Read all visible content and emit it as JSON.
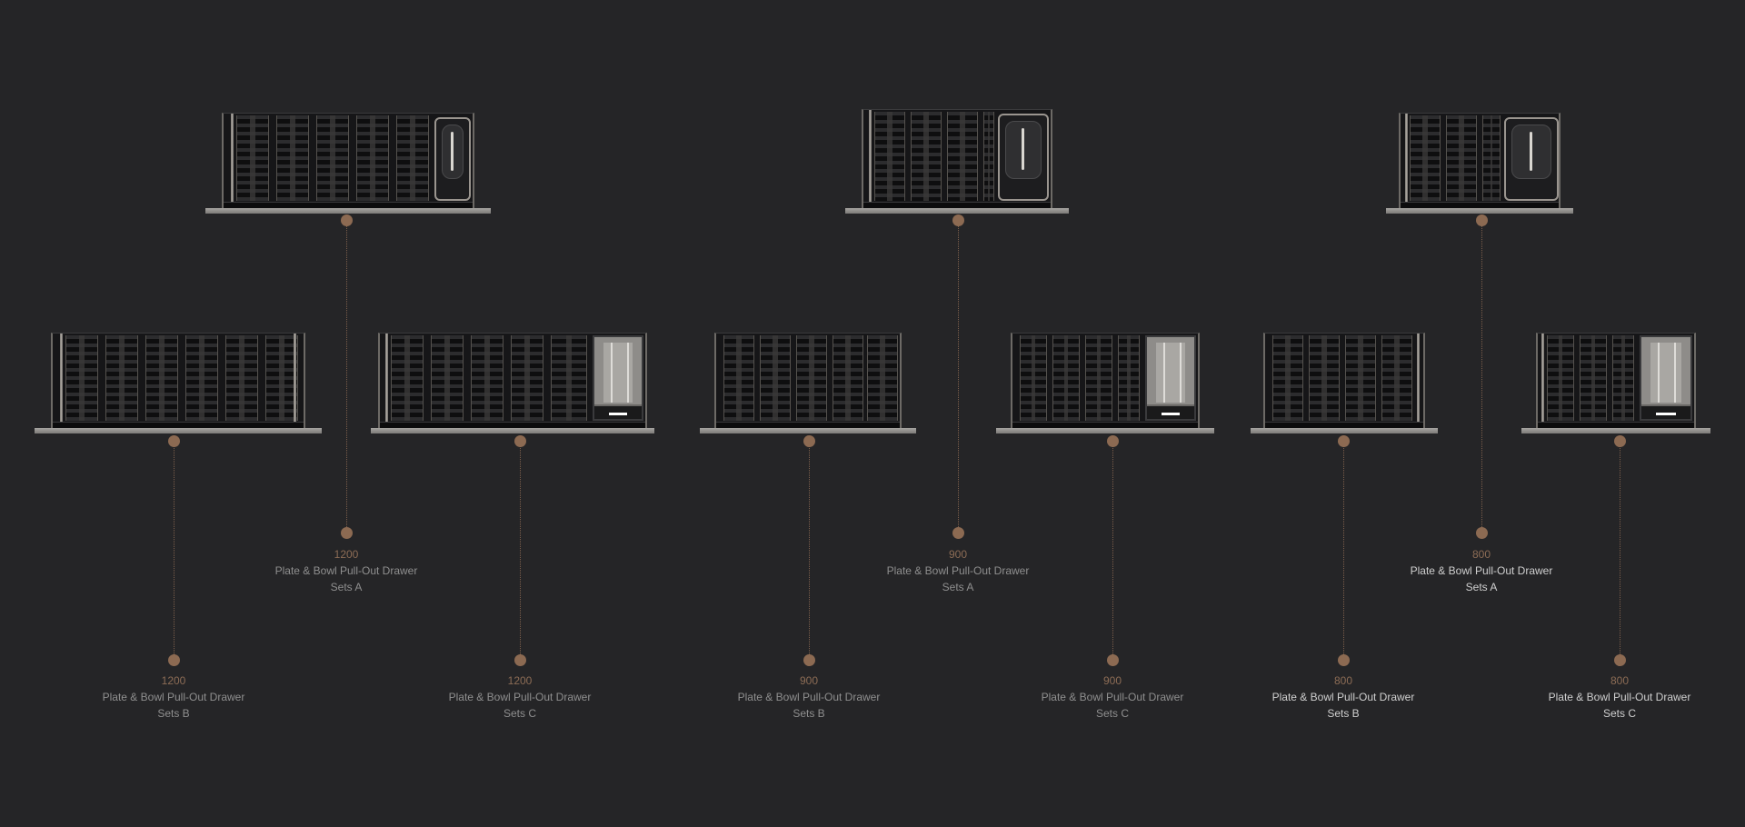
{
  "theme": {
    "background": "#252527",
    "accent": "#8c6a52",
    "label_text": "#8f8f8f",
    "label_text_bright": "#cfcfcf"
  },
  "products": [
    {
      "id": "1200-a",
      "size": "1200",
      "name": "Plate & Bowl Pull-Out Drawer",
      "set": "Sets A"
    },
    {
      "id": "1200-b",
      "size": "1200",
      "name": "Plate & Bowl Pull-Out Drawer",
      "set": "Sets B"
    },
    {
      "id": "1200-c",
      "size": "1200",
      "name": "Plate & Bowl Pull-Out Drawer",
      "set": "Sets C"
    },
    {
      "id": "900-a",
      "size": "900",
      "name": "Plate & Bowl Pull-Out Drawer",
      "set": "Sets A"
    },
    {
      "id": "900-b",
      "size": "900",
      "name": "Plate & Bowl Pull-Out Drawer",
      "set": "Sets B"
    },
    {
      "id": "900-c",
      "size": "900",
      "name": "Plate & Bowl Pull-Out Drawer",
      "set": "Sets C"
    },
    {
      "id": "800-a",
      "size": "800",
      "name": "Plate & Bowl Pull-Out Drawer",
      "set": "Sets A"
    },
    {
      "id": "800-b",
      "size": "800",
      "name": "Plate & Bowl Pull-Out Drawer",
      "set": "Sets B"
    },
    {
      "id": "800-c",
      "size": "800",
      "name": "Plate & Bowl Pull-Out Drawer",
      "set": "Sets C"
    }
  ]
}
